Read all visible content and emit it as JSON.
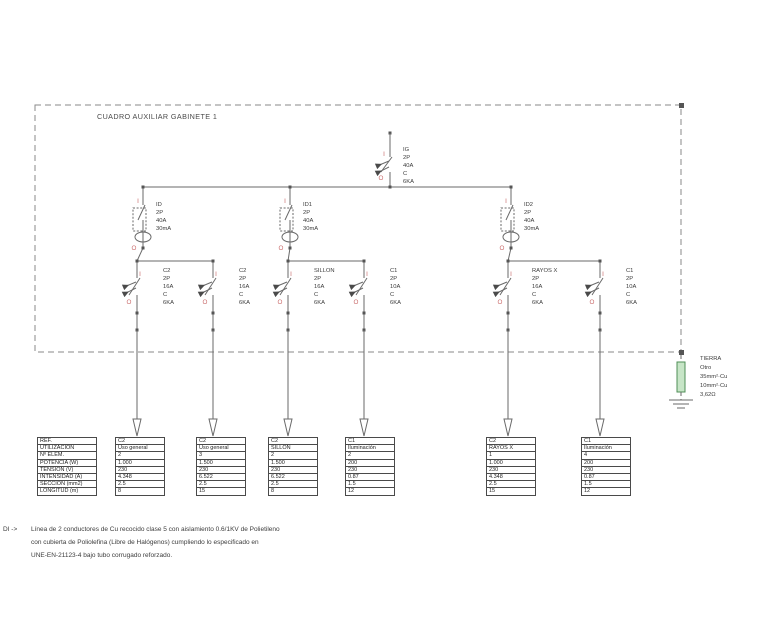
{
  "title": "CUADRO AUXILIAR GABINETE 1",
  "markers": {
    "on": "I",
    "off": "O"
  },
  "ig": {
    "lines": [
      "IG",
      "2P",
      "40A",
      "C",
      "6KA"
    ]
  },
  "rcds": [
    {
      "lines": [
        "ID",
        "2P",
        "40A",
        "30mA"
      ]
    },
    {
      "lines": [
        "ID1",
        "2P",
        "40A",
        "30mA"
      ]
    },
    {
      "lines": [
        "ID2",
        "2P",
        "40A",
        "30mA"
      ]
    }
  ],
  "breakers": [
    {
      "lines": [
        "C2",
        "2P",
        "16A",
        "C",
        "6KA"
      ]
    },
    {
      "lines": [
        "C2",
        "2P",
        "16A",
        "C",
        "6KA"
      ]
    },
    {
      "lines": [
        "SILLON",
        "2P",
        "16A",
        "C",
        "6KA"
      ]
    },
    {
      "lines": [
        "C1",
        "2P",
        "10A",
        "C",
        "6KA"
      ]
    },
    {
      "lines": [
        "RAYOS X",
        "2P",
        "16A",
        "C",
        "6KA"
      ]
    },
    {
      "lines": [
        "C1",
        "2P",
        "10A",
        "C",
        "6KA"
      ]
    }
  ],
  "earth": {
    "lines": [
      "TIERRA",
      "Otro",
      "35mm²·Cu",
      "10mm²·Cu",
      "3,62Ω"
    ]
  },
  "table": {
    "row_headers": [
      "REF.",
      "UTILIZACIÓN",
      "Nº ELEM.",
      "POTENCIA (W)",
      "TENSIÓN (V)",
      "INTENSIDAD (A)",
      "SECCIÓN (mm2)",
      "LONGITUD (m)"
    ],
    "columns": [
      [
        "C2",
        "Uso general",
        "2",
        "1.000",
        "230",
        "4.348",
        "2.5",
        "8"
      ],
      [
        "C2",
        "Uso general",
        "3",
        "1.500",
        "230",
        "6.522",
        "2.5",
        "15"
      ],
      [
        "C2",
        "SILLON",
        "2",
        "1.500",
        "230",
        "6.522",
        "2.5",
        "8"
      ],
      [
        "C1",
        "Iluminación",
        "2",
        "200",
        "230",
        "0.87",
        "1.5",
        "12"
      ],
      [
        "C2",
        "RAYOS X",
        "1",
        "1.000",
        "230",
        "4.348",
        "2.5",
        "15"
      ],
      [
        "C1",
        "Iluminación",
        "4",
        "200",
        "230",
        "0.87",
        "1.5",
        "12"
      ]
    ]
  },
  "note": {
    "prefix": "DI ->",
    "lines": [
      "Línea de 2 conductores de Cu recocido clase 5 con aislamiento 0.6/1KV de Polietileno",
      "con cubierta de  Poliolefina (Libre  de Halógenos)  cumpliendo  lo  especificado  en",
      "UNE-EN-21123-4  bajo  tubo  corrugado  reforzado."
    ]
  },
  "colors": {
    "wire": "#6a6a6a",
    "switch_marker_red": "#c96a6a",
    "earth_fill": "#c7e5c7",
    "earth_stroke": "#4f8f57",
    "border_dash": "#8a8a8a"
  }
}
